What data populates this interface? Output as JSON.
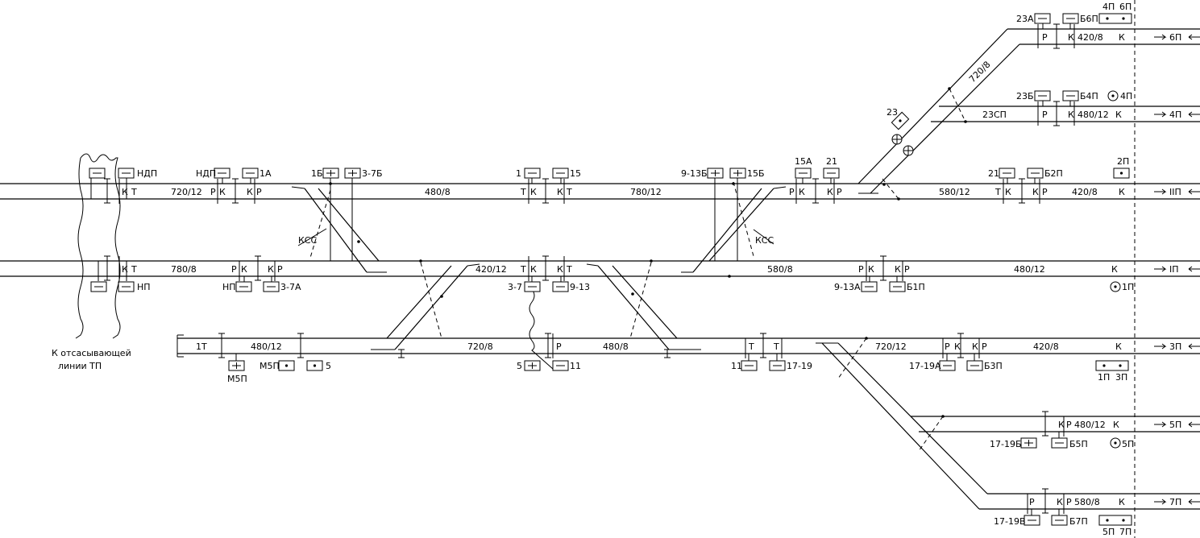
{
  "labels": {
    "ndp_top_left": "НДП",
    "np_bot_left": "НП",
    "k_left_1": "К",
    "t_left_1": "Т",
    "k_left_2": "К",
    "t_left_2": "Т",
    "seg_720_12_a": "720/12",
    "seg_780_8_a": "780/8",
    "ndp_mid": "НДП",
    "sig_1a": "1А",
    "np_mid": "НП",
    "sig_3_7a": "3-7А",
    "r_a1": "Р",
    "k_a1": "К",
    "k_a2": "К",
    "r_a2": "Р",
    "r_b1": "Р",
    "k_b1": "К",
    "k_b2": "К",
    "r_b2": "Р",
    "sig_1b": "1Б",
    "sig_3_7b": "3-7Б",
    "kss_left": "КСС",
    "seg_480_8_a": "480/8",
    "seg_420_12_a": "420/12",
    "sig_1": "1",
    "sig_15": "15",
    "t_c1": "Т",
    "k_c1": "К",
    "k_c2": "К",
    "t_c2": "Т",
    "t_d1": "Т",
    "k_d1": "К",
    "k_d2": "К",
    "t_d2": "Т",
    "sig_3_7": "3-7",
    "sig_9_13": "9-13",
    "seg_780_12": "780/12",
    "seg_580_8": "580/8",
    "sig_9_13b": "9-13Б",
    "sig_15b": "15Б",
    "kss_right": "КСС",
    "sig_15a": "15А",
    "sig_21": "21",
    "r_e1": "Р",
    "k_e1": "К",
    "k_e2": "К",
    "r_e2": "Р",
    "seg_580_12": "580/12",
    "sig_21b": "21",
    "sig_b2p": "Б2П",
    "t_f1": "Т",
    "k_f1": "К",
    "k_f2": "К",
    "r_f2": "Р",
    "seg_420_8_a": "420/8",
    "sig_2p": "2П",
    "k_2p": "К",
    "track_2": "IIП",
    "sig_9_13a": "9-13А",
    "sig_b1p": "Б1П",
    "r_g1": "Р",
    "k_g1": "К",
    "k_g2": "К",
    "r_g2": "Р",
    "seg_480_12_a": "480/12",
    "k_1p": "К",
    "sig_1p": "1П",
    "track_1": "IП",
    "sig_1t": "1Т",
    "seg_480_12_b": "480/12",
    "sig_m5p_a": "М5П",
    "sig_m5p_b": "М5П",
    "sig_5a": "5",
    "seg_720_8_a": "720/8",
    "sig_5b": "5",
    "sig_11a": "11",
    "r_h": "Р",
    "seg_480_8_b": "480/8",
    "sig_11b": "11",
    "sig_17_19": "17-19",
    "t_i1": "Т",
    "t_i2": "Т",
    "seg_720_12_b": "720/12",
    "r_j1": "Р",
    "k_j1": "К",
    "k_j2": "К",
    "r_j2": "Р",
    "seg_420_8_b": "420/8",
    "k_3p": "К",
    "sig_17_19a": "17-19А",
    "sig_b3p": "Б3П",
    "sig_1p_3p_a": "1П",
    "sig_1p_3p_b": "3П",
    "track_3": "3П",
    "k_5p_a": "К",
    "r_5p": "Р",
    "seg_480_12_c": "480/12",
    "k_5p_b": "К",
    "sig_17_19b": "17-19Б",
    "sig_b5p": "Б5П",
    "sig_5p": "5П",
    "track_5": "5П",
    "r_7p": "Р",
    "k_7p_a": "К",
    "r_7p_b": "Р",
    "seg_580_8_b": "580/8",
    "k_7p_b": "К",
    "sig_17_19v": "17-19В",
    "sig_b7p": "Б7П",
    "sig_5p_7p_a": "5П",
    "sig_5p_7p_b": "7П",
    "track_7": "7П",
    "sig_23a": "23А",
    "sig_b6p": "Б6П",
    "sig_4p_6p_a": "4П",
    "sig_4p_6p_b": "6П",
    "r_6p": "Р",
    "k_6p": "К",
    "seg_420_8_c": "420/8",
    "k_6p_b": "К",
    "track_6": "6П",
    "seg_720_8_b": "720/8",
    "sig_23b": "23Б",
    "sig_b4p": "Б4П",
    "sig_4p": "4П",
    "seg_23sp": "23СП",
    "r_4p": "Р",
    "k_4p": "К",
    "seg_480_12_d": "480/12",
    "k_4p_b": "К",
    "track_4": "4П",
    "sig_23": "23",
    "note_line1": "К отсасывающей",
    "note_line2": "линии ТП"
  }
}
